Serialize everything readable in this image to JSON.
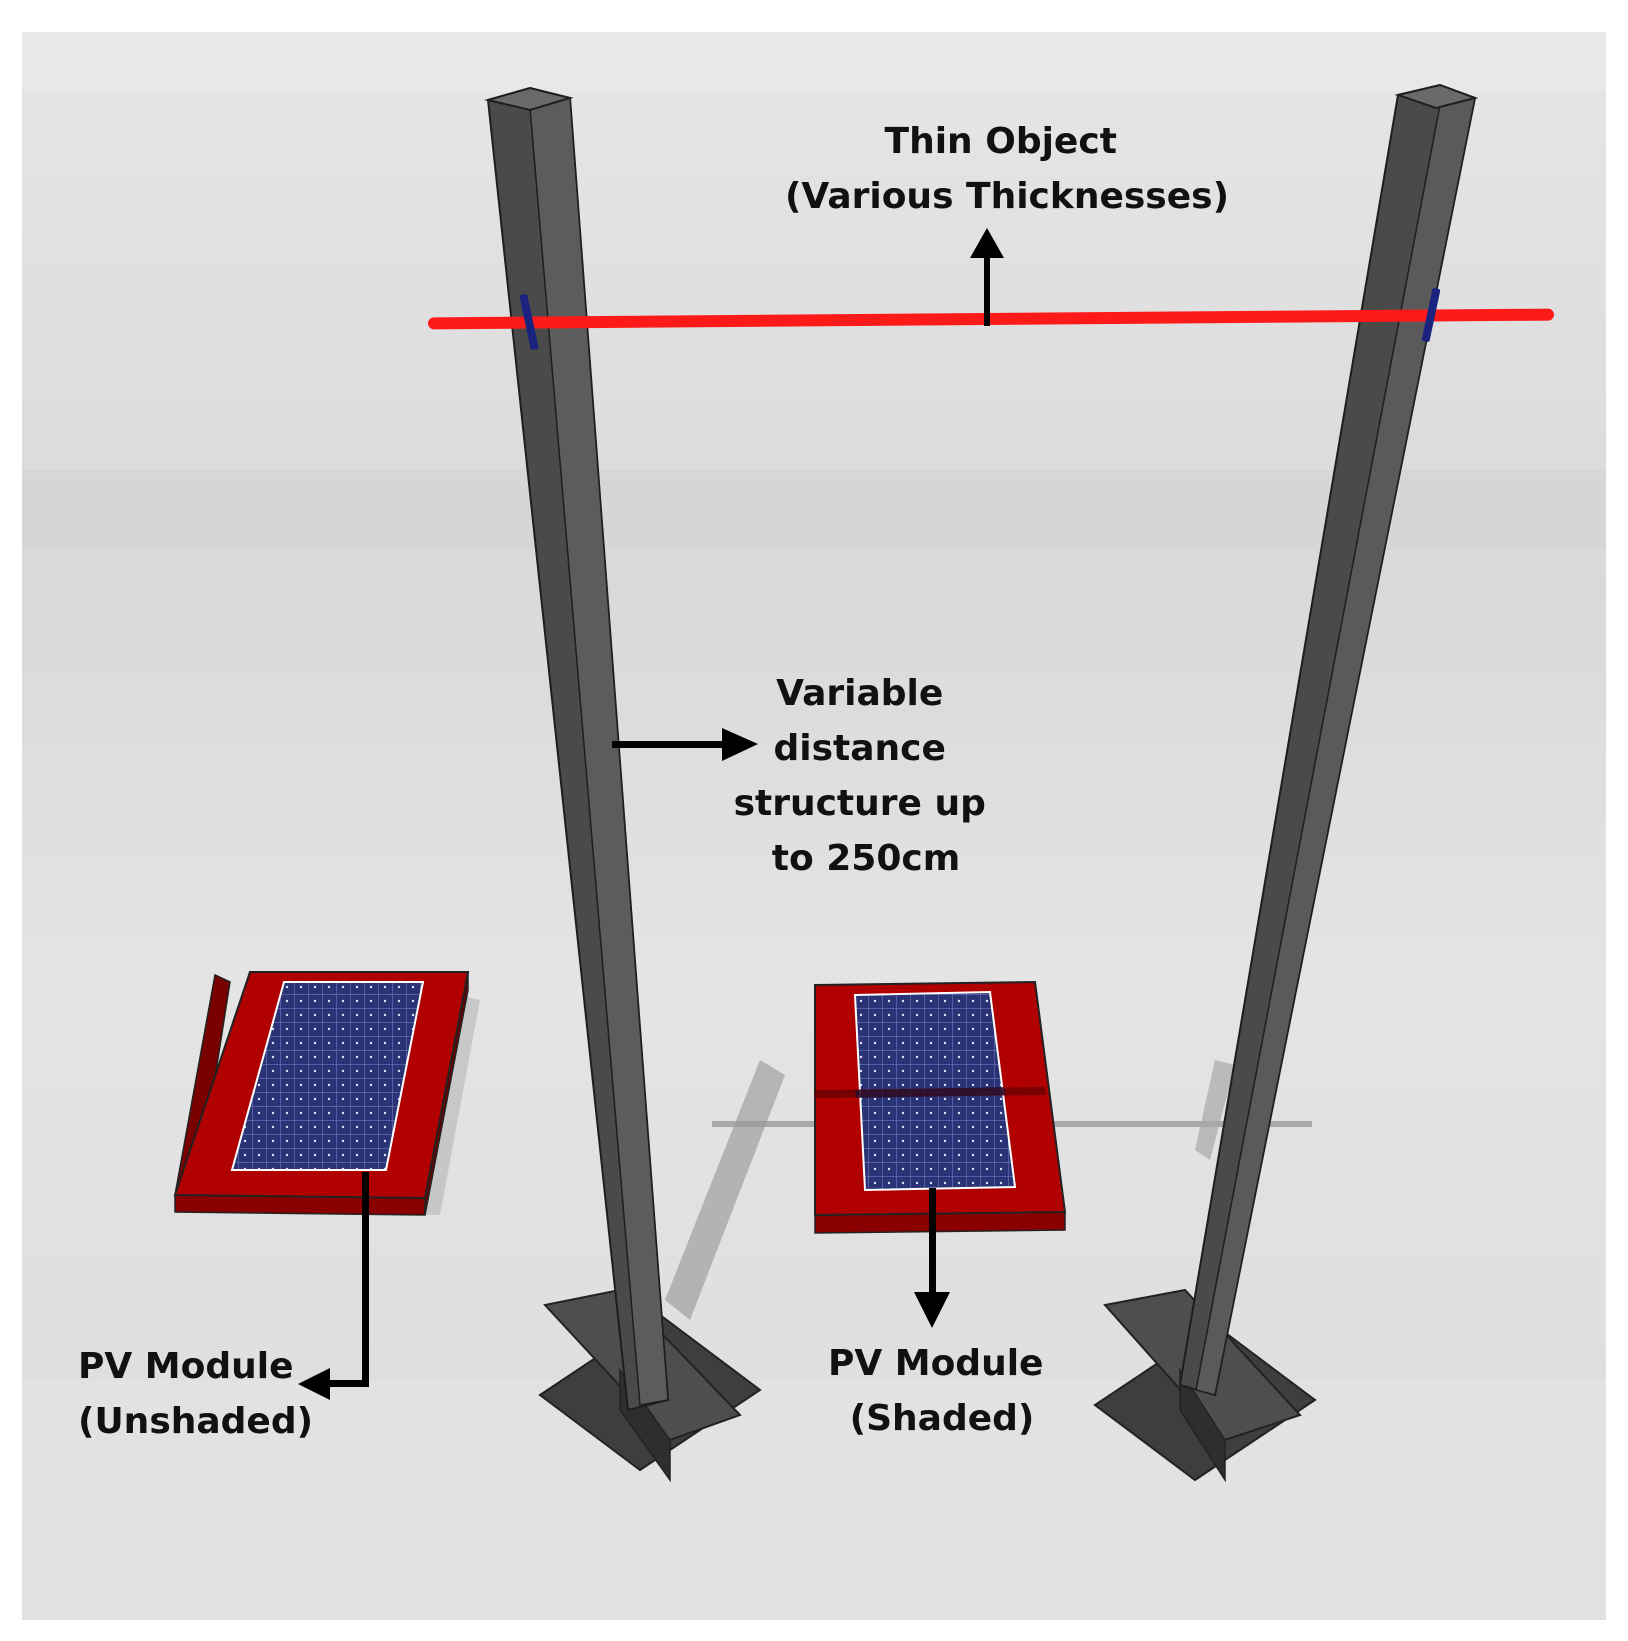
{
  "labels": {
    "thin_object": [
      "Thin Object",
      "(Various Thicknesses)"
    ],
    "variable_distance": [
      "Variable",
      "distance",
      "structure up",
      "to 250cm"
    ],
    "pv_unshaded": [
      "PV Module",
      "(Unshaded)"
    ],
    "pv_shaded": [
      "PV Module",
      "(Shaded)"
    ]
  },
  "colors": {
    "floor_light": "#ececec",
    "floor_mid": "#d8d8d8",
    "post": "#4a4a4a",
    "post_dark": "#333333",
    "post_light": "#5c5c5c",
    "thin_object": "#ff1a1a",
    "clip": "#1a237e",
    "module_frame": "#b00000",
    "module_frame_dark": "#8a0000",
    "pv_cell": "#2a3375",
    "pv_grid": "#c9d0ff",
    "arrow": "#000000",
    "shadow": "#9a9a9a"
  },
  "icons": [
    "arrow-up-icon",
    "arrow-right-icon",
    "arrow-down-icon",
    "arrow-left-icon"
  ]
}
